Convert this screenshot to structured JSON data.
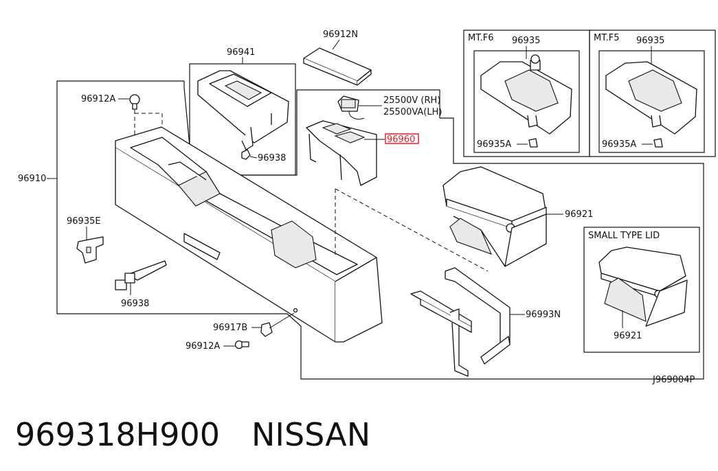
{
  "diagram": {
    "labels": {
      "p96912N": "96912N",
      "p96941": "96941",
      "p96912A_top": "96912A",
      "p96938_top": "96938",
      "p96910": "96910",
      "p25500V": "25500V (RH)",
      "p25500VA": "25500VA(LH)",
      "p96960": "96960",
      "p96935E": "96935E",
      "p96938_bottom": "96938",
      "p96917B": "96917B",
      "p96912A_bottom": "96912A",
      "p96921_main": "96921",
      "p96993N": "96993N",
      "p96921_small": "96921",
      "ref_code": "J969004P"
    },
    "inset_f6": {
      "title": "MT.F6",
      "part": "96935",
      "clip": "96935A"
    },
    "inset_f5": {
      "title": "MT.F5",
      "part": "96935",
      "clip": "96935A"
    },
    "inset_small": {
      "title": "SMALL TYPE LID"
    },
    "highlight_color": "#e8202a"
  },
  "caption": {
    "part_number": "969318H900",
    "brand": "NISSAN"
  }
}
